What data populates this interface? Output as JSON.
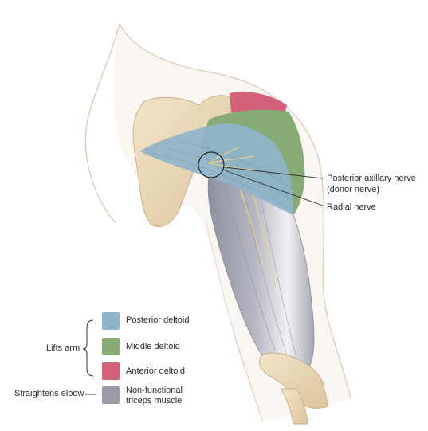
{
  "callouts": {
    "posterior_axillary_nerve": "Posterior axillary nerve",
    "donor_nerve": "(donor nerve)",
    "radial_nerve": "Radial nerve"
  },
  "legend": {
    "groups": {
      "lifts_arm": "Lifts arm",
      "straightens_elbow": "Straightens elbow"
    },
    "items": [
      {
        "label": "Posterior deltoid",
        "color": "#8fb3c9"
      },
      {
        "label": "Middle deltoid",
        "color": "#86ab74"
      },
      {
        "label": "Anterior deltoid",
        "color": "#d5607c"
      },
      {
        "label": "Non-functional",
        "label2": "triceps muscle",
        "color": "#9a9ba6"
      }
    ]
  },
  "colors": {
    "skin_outline": "#d9c6b2",
    "bone": "#ead7b8",
    "bone_outline": "#c9b08a",
    "nerve": "#e2cf95",
    "leader_line": "#333333"
  }
}
